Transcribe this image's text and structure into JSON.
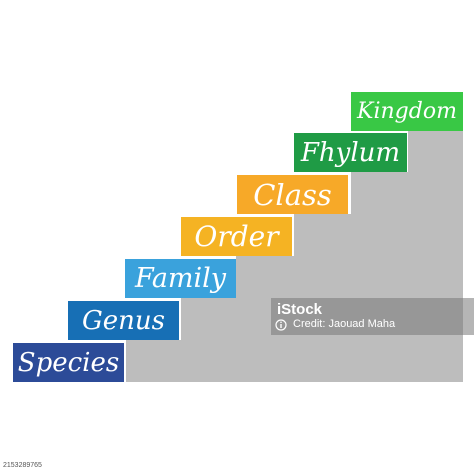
{
  "diagram": {
    "steps": [
      {
        "label": "Species",
        "color": "#2c4b98"
      },
      {
        "label": "Genus",
        "color": "#176fb5"
      },
      {
        "label": "Family",
        "color": "#3aa2dc"
      },
      {
        "label": "Order",
        "color": "#f5b323"
      },
      {
        "label": "Class",
        "color": "#f7a928"
      },
      {
        "label": "Fhylum",
        "color": "#1f9b45"
      },
      {
        "label": "Kingdom",
        "color": "#39c845"
      }
    ],
    "stair_color": "#bdbdbd"
  },
  "watermark": {
    "logo": "iStock",
    "credit": "Credit: Jaouad Maha"
  },
  "image_id": "2153289765"
}
